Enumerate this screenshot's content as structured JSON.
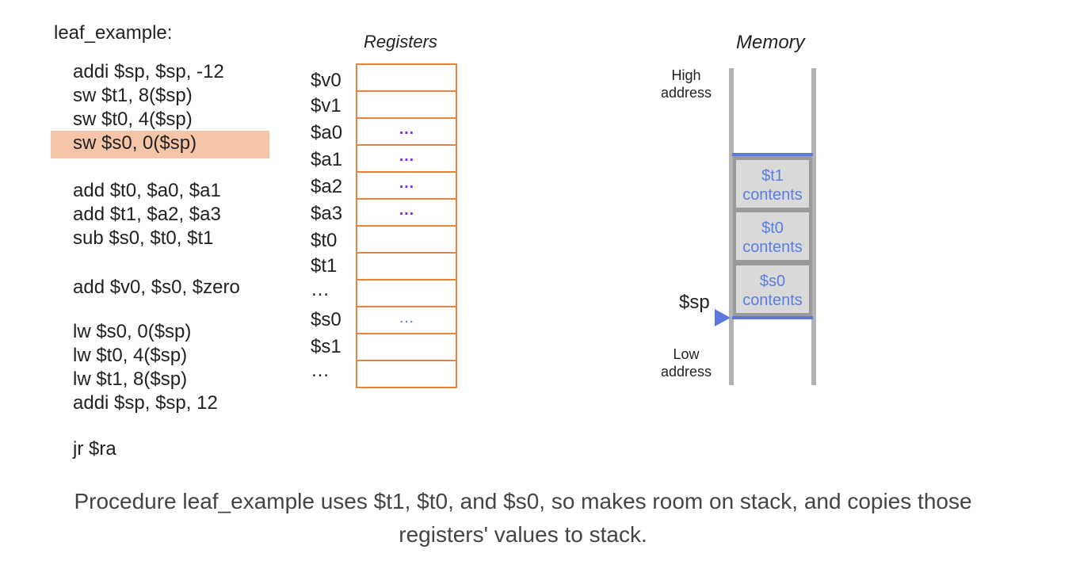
{
  "code": {
    "title": "leaf_example:",
    "lines": [
      "addi $sp, $sp, -12",
      "sw $t1, 8($sp)",
      "sw $t0, 4($sp)",
      "sw $s0, 0($sp)",
      "add $t0, $a0, $a1",
      "add $t1, $a2, $a3",
      "sub $s0, $t0, $t1",
      "add $v0, $s0, $zero",
      "lw $s0, 0($sp)",
      "lw $t0, 4($sp)",
      "lw $t1, 8($sp)",
      "addi $sp, $sp, 12",
      "jr $ra"
    ],
    "highlighted_line": "sw $s0, 0($sp)"
  },
  "registers": {
    "title": "Registers",
    "rows": [
      {
        "name": "$v0",
        "value": ""
      },
      {
        "name": "$v1",
        "value": ""
      },
      {
        "name": "$a0",
        "value": "…"
      },
      {
        "name": "$a1",
        "value": "…"
      },
      {
        "name": "$a2",
        "value": "…"
      },
      {
        "name": "$a3",
        "value": "…"
      },
      {
        "name": "$t0",
        "value": ""
      },
      {
        "name": "$t1",
        "value": ""
      },
      {
        "name": "…",
        "value": ""
      },
      {
        "name": "$s0",
        "value": "…"
      },
      {
        "name": "$s1",
        "value": ""
      },
      {
        "name": "…",
        "value": ""
      }
    ],
    "colors": {
      "border": "#e8843b",
      "ellipsis_purple": "#8a2be2",
      "ellipsis_blue": "#5b7bdc"
    }
  },
  "memory": {
    "title": "Memory",
    "high_label_1": "High",
    "high_label_2": "address",
    "low_label_1": "Low",
    "low_label_2": "address",
    "stack": [
      {
        "line1": "$t1",
        "line2": "contents"
      },
      {
        "line1": "$t0",
        "line2": "contents"
      },
      {
        "line1": "$s0",
        "line2": "contents"
      }
    ],
    "pointer_label": "$sp",
    "colors": {
      "stack_text": "#5a7fe0",
      "pointer": "#5b7bdc"
    }
  },
  "caption": {
    "line1": "Procedure leaf_example uses $t1, $t0, and $s0, so makes room on stack, and copies those",
    "line2": "registers' values to stack."
  }
}
